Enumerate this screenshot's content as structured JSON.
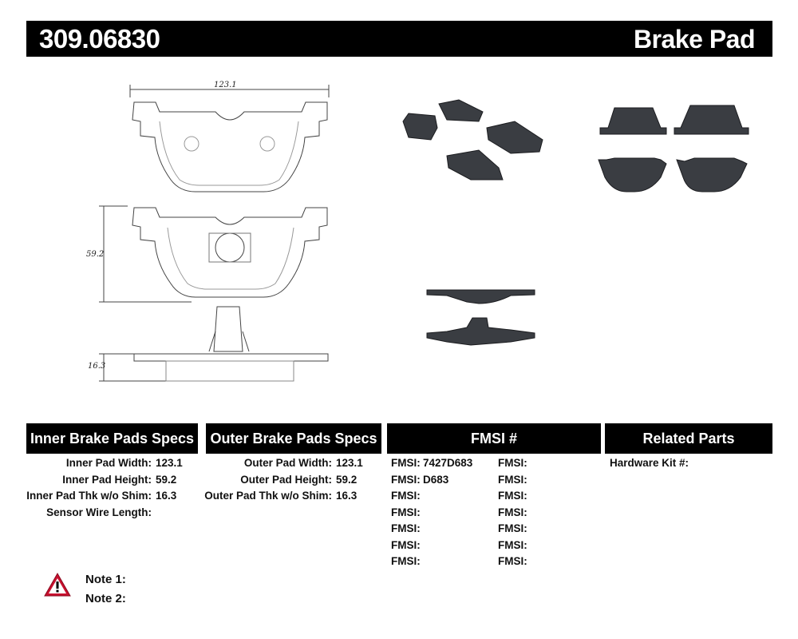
{
  "header": {
    "part_number": "309.06830",
    "product_type": "Brake Pad"
  },
  "drawing": {
    "width_dim": "123.1",
    "height_dim": "59.2",
    "thickness_dim": "16.3"
  },
  "sections": {
    "inner_title": "Inner Brake Pads Specs",
    "outer_title": "Outer Brake Pads Specs",
    "fmsi_title": "FMSI #",
    "related_title": "Related Parts"
  },
  "inner_specs": [
    {
      "label": "Inner Pad Width:",
      "value": "123.1"
    },
    {
      "label": "Inner Pad Height:",
      "value": "59.2"
    },
    {
      "label": "Inner Pad Thk w/o Shim:",
      "value": "16.3"
    },
    {
      "label": "Sensor Wire Length:",
      "value": ""
    }
  ],
  "outer_specs": [
    {
      "label": "Outer Pad Width:",
      "value": "123.1"
    },
    {
      "label": "Outer Pad Height:",
      "value": "59.2"
    },
    {
      "label": "Outer Pad Thk w/o Shim:",
      "value": "16.3"
    }
  ],
  "fmsi_left": [
    {
      "label": "FMSI:",
      "value": "7427D683"
    },
    {
      "label": "FMSI:",
      "value": "D683"
    },
    {
      "label": "FMSI:",
      "value": ""
    },
    {
      "label": "FMSI:",
      "value": ""
    },
    {
      "label": "FMSI:",
      "value": ""
    },
    {
      "label": "FMSI:",
      "value": ""
    },
    {
      "label": "FMSI:",
      "value": ""
    }
  ],
  "fmsi_right": [
    {
      "label": "FMSI:"
    },
    {
      "label": "FMSI:"
    },
    {
      "label": "FMSI:"
    },
    {
      "label": "FMSI:"
    },
    {
      "label": "FMSI:"
    },
    {
      "label": "FMSI:"
    },
    {
      "label": "FMSI:"
    }
  ],
  "related": {
    "hardware_label": "Hardware Kit #:"
  },
  "notes": {
    "note1": "Note 1:",
    "note2": "Note 2:"
  },
  "colors": {
    "header_bg": "#000000",
    "warning_red": "#c8102e",
    "pad_gray": "#3a3d42"
  }
}
